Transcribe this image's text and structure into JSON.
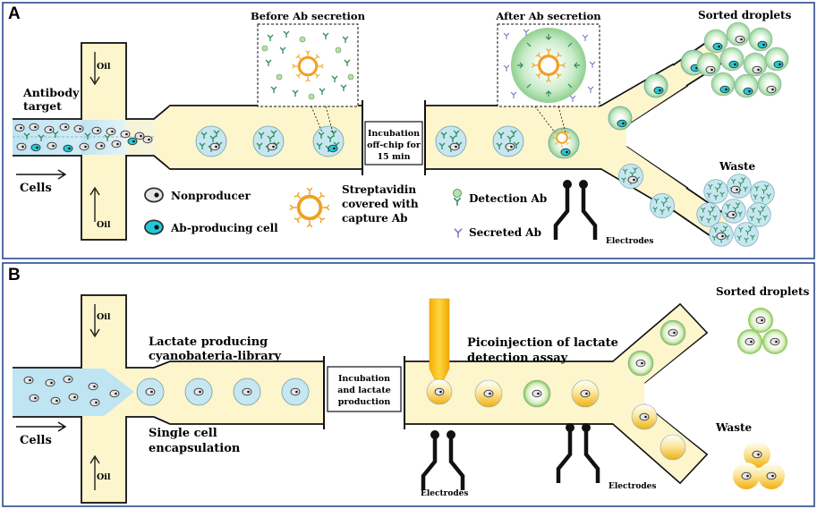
{
  "panel_a": {
    "letter": "A",
    "antibody_target": [
      "Antibody",
      "target"
    ],
    "oil_top": "Oil",
    "oil_bottom": "Oil",
    "cells": "Cells",
    "before_title": "Before Ab secretion",
    "after_title": "After Ab secretion",
    "incubation": [
      "Incubation",
      "off-chip for",
      "15 min"
    ],
    "sorted": "Sorted droplets",
    "waste": "Waste",
    "electrodes": "Electrodes",
    "legend": {
      "nonproducer": "Nonproducer",
      "ab_producing": "Ab-producing cell",
      "streptavidin": [
        "Streptavidin",
        "covered with",
        "capture Ab"
      ],
      "detection_ab": "Detection Ab",
      "secreted_ab": "Secreted Ab"
    },
    "colors": {
      "channel": "#fdf5cc",
      "droplet": "#c6e6f0",
      "producer": "#22c8d8",
      "detection": "#5cbf7c",
      "capture": "#f0a020",
      "secreted": "#6a70c0"
    }
  },
  "panel_b": {
    "letter": "B",
    "oil_top": "Oil",
    "oil_bottom": "Oil",
    "cells": "Cells",
    "library": [
      "Lactate producing",
      "cyanobateria-library"
    ],
    "encapsulation": [
      "Single cell",
      "encapsulation"
    ],
    "incubation": [
      "Incubation",
      "and lactate",
      "production"
    ],
    "picoinjection": [
      "Picoinjection of lactate",
      "detection assay"
    ],
    "sorted": "Sorted droplets",
    "waste": "Waste",
    "electrodes_1": "Electrodes",
    "electrodes_2": "Electrodes",
    "colors": {
      "channel": "#fdf5cc",
      "droplet": "#c6e6f0",
      "injector": "#f5b800",
      "positive": "#8ec94a"
    }
  }
}
